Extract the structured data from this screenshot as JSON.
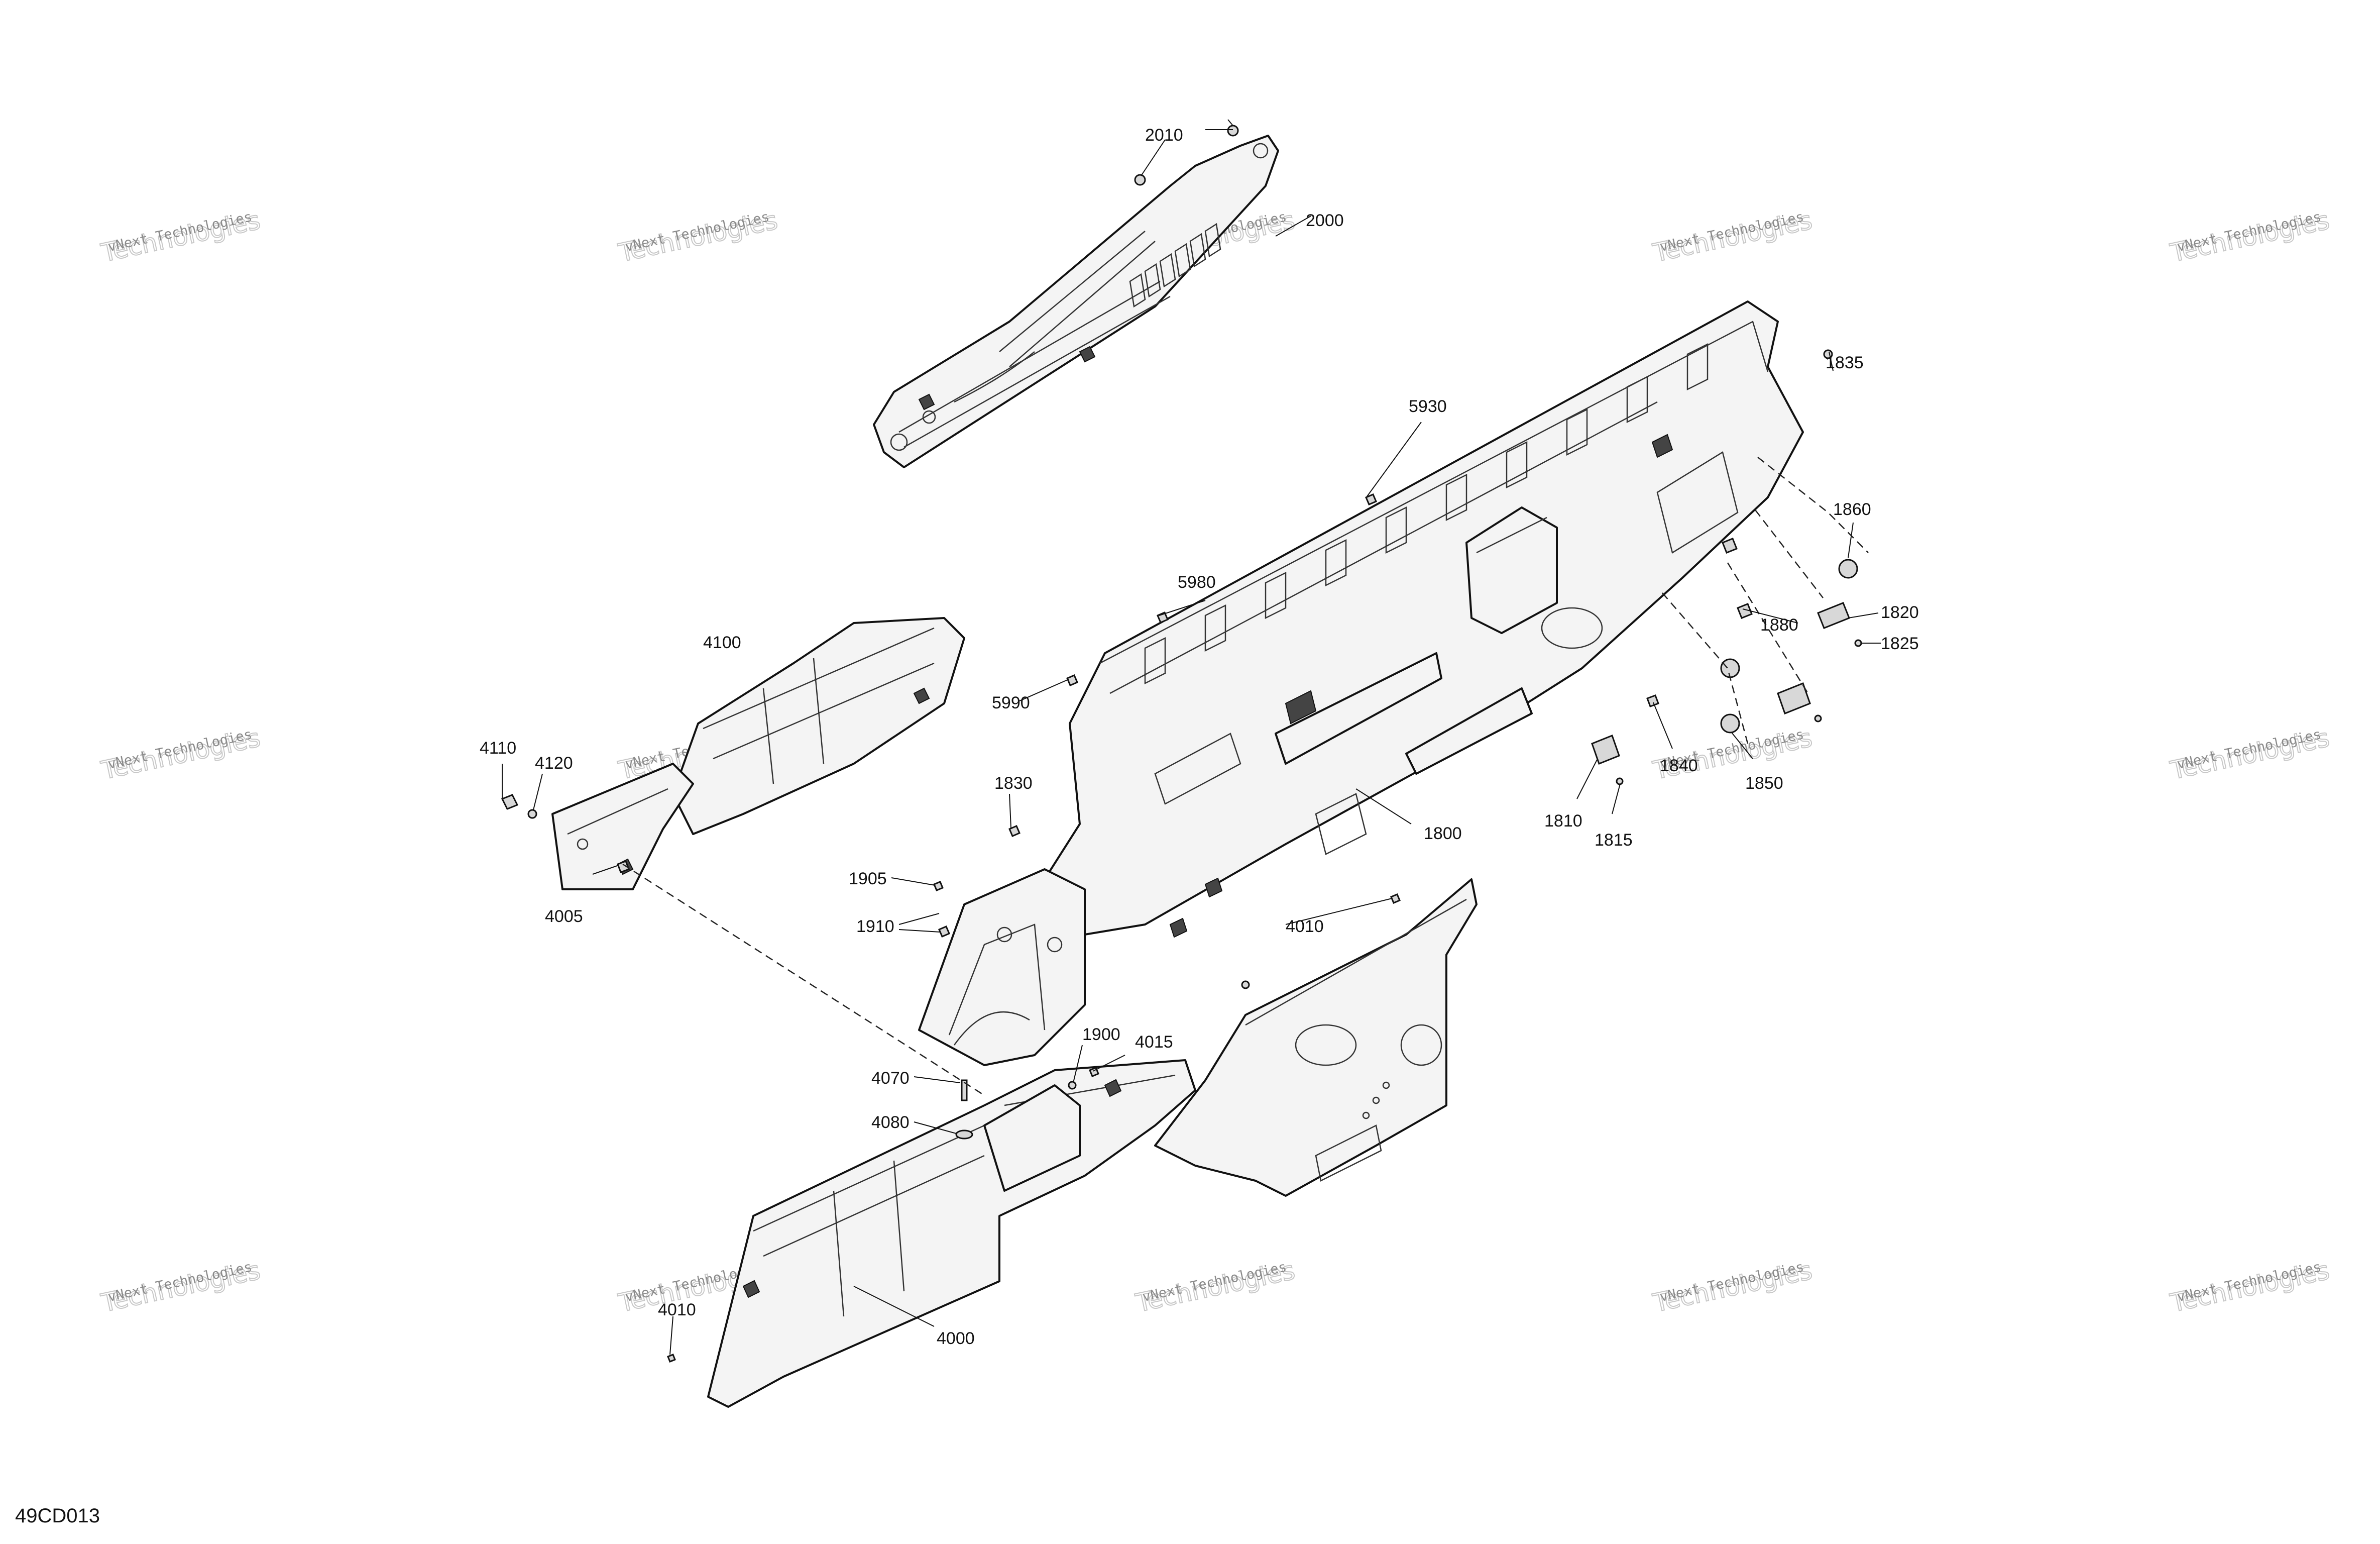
{
  "diagram_id": "49CD013",
  "watermark": {
    "line1": "vNext Technologies",
    "line2": "Technologies"
  },
  "callouts": [
    {
      "id": "c2010",
      "text": "2010"
    },
    {
      "id": "c2000",
      "text": "2000"
    },
    {
      "id": "c1835",
      "text": "1835"
    },
    {
      "id": "c5930",
      "text": "5930"
    },
    {
      "id": "c1860",
      "text": "1860"
    },
    {
      "id": "c5980",
      "text": "5980"
    },
    {
      "id": "c1880",
      "text": "1880"
    },
    {
      "id": "c1820",
      "text": "1820"
    },
    {
      "id": "c1825",
      "text": "1825"
    },
    {
      "id": "c4100",
      "text": "4100"
    },
    {
      "id": "c5990",
      "text": "5990"
    },
    {
      "id": "c1840",
      "text": "1840"
    },
    {
      "id": "c1850",
      "text": "1850"
    },
    {
      "id": "c4110",
      "text": "4110"
    },
    {
      "id": "c4120",
      "text": "4120"
    },
    {
      "id": "c1830",
      "text": "1830"
    },
    {
      "id": "c1810",
      "text": "1810"
    },
    {
      "id": "c1815",
      "text": "1815"
    },
    {
      "id": "c1800",
      "text": "1800"
    },
    {
      "id": "c1905",
      "text": "1905"
    },
    {
      "id": "c4005",
      "text": "4005"
    },
    {
      "id": "c1910",
      "text": "1910"
    },
    {
      "id": "c4010a",
      "text": "4010"
    },
    {
      "id": "c1900",
      "text": "1900"
    },
    {
      "id": "c4015",
      "text": "4015"
    },
    {
      "id": "c4070",
      "text": "4070"
    },
    {
      "id": "c4080",
      "text": "4080"
    },
    {
      "id": "c4010b",
      "text": "4010"
    },
    {
      "id": "c4000",
      "text": "4000"
    }
  ]
}
